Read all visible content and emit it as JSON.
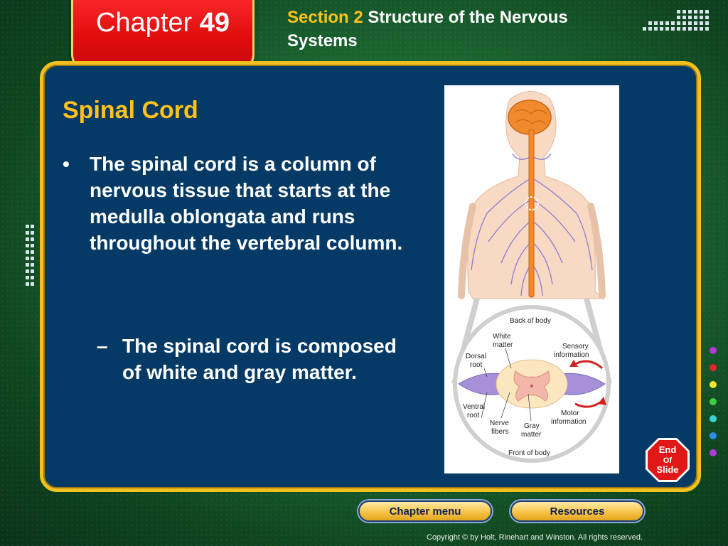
{
  "chapter": {
    "word": "Chapter",
    "number": "49"
  },
  "section": {
    "label": "Section 2",
    "title": "Structure of the Nervous Systems"
  },
  "slide": {
    "title": "Spinal Cord",
    "bullet_mark": "•",
    "bullet": "The spinal cord is a column of nervous tissue that starts at the medulla oblongata and runs throughout the vertebral column.",
    "subbullet_mark": "–",
    "subbullet": "The spinal cord is composed of white and gray matter."
  },
  "figure": {
    "back_of_body": "Back of body",
    "white_matter_1": "White",
    "white_matter_2": "matter",
    "dorsal_root_1": "Dorsal",
    "dorsal_root_2": "root",
    "sensory_1": "Sensory",
    "sensory_2": "information",
    "ventral_root_1": "Ventral",
    "ventral_root_2": "root",
    "motor_1": "Motor",
    "motor_2": "information",
    "nerve_fibers_1": "Nerve",
    "nerve_fibers_2": "fibers",
    "gray_matter_1": "Gray",
    "gray_matter_2": "matter",
    "front_of_body": "Front of body"
  },
  "stop_sign": {
    "line1": "End",
    "line2": "Of",
    "line3": "Slide"
  },
  "nav": {
    "chapter_menu": "Chapter menu",
    "resources": "Resources"
  },
  "copyright": "Copyright © by Holt, Rinehart and Winston. All rights reserved.",
  "colors": {
    "accent_yellow": "#ffc21a",
    "panel_blue": "#053a66",
    "tab_red": "#e00d0d",
    "side_dots": [
      "#b23ad8",
      "#e8232c",
      "#f5e62a",
      "#3ccf3c",
      "#36d4d4",
      "#2a8ef5",
      "#b23ad8"
    ]
  }
}
